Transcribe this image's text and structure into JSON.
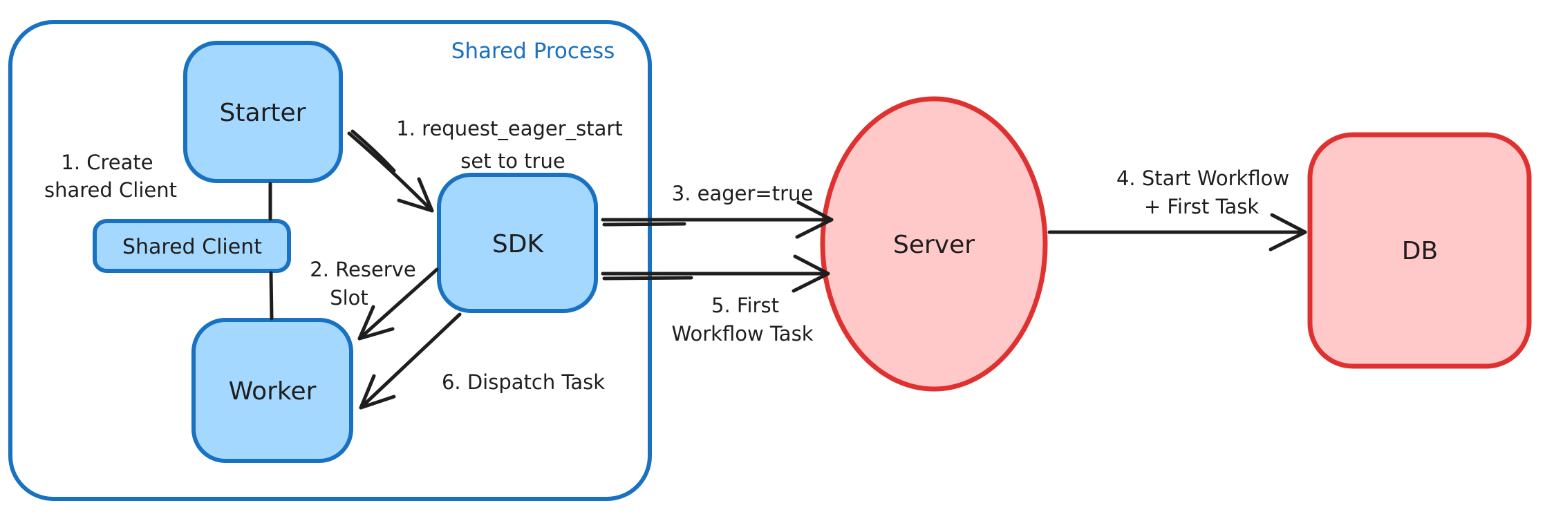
{
  "diagram_title": "Shared Process",
  "colors": {
    "blue_stroke": "#1971c2",
    "blue_fill": "#a5d8ff",
    "red_stroke": "#e03131",
    "red_fill": "#ffc9c9",
    "ink": "#1e1e1e",
    "background": "#ffffff"
  },
  "container": {
    "label": "Shared Process"
  },
  "nodes": {
    "starter": {
      "label": "Starter",
      "shape": "rounded-rect",
      "theme": "blue"
    },
    "shared_client": {
      "label": "Shared Client",
      "shape": "rounded-rect",
      "theme": "blue"
    },
    "worker": {
      "label": "Worker",
      "shape": "rounded-rect",
      "theme": "blue"
    },
    "sdk": {
      "label": "SDK",
      "shape": "rounded-rect",
      "theme": "blue"
    },
    "server": {
      "label": "Server",
      "shape": "ellipse",
      "theme": "red"
    },
    "db": {
      "label": "DB",
      "shape": "rounded-rect",
      "theme": "red"
    }
  },
  "annotations": {
    "create_client": {
      "line1": "1. Create",
      "line2": "shared Client"
    },
    "request_eager": {
      "line1": "1. request_eager_start",
      "line2": "set to true"
    },
    "reserve_slot": {
      "line1": "2. Reserve",
      "line2": "Slot"
    },
    "eager_true": {
      "text": "3. eager=true"
    },
    "start_workflow": {
      "line1": "4. Start Workflow",
      "line2": "+ First Task"
    },
    "first_workflow_task": {
      "line1": "5. First",
      "line2": "Workflow Task"
    },
    "dispatch_task": {
      "text": "6. Dispatch Task"
    }
  },
  "edges": [
    {
      "from": "starter",
      "to": "shared_client",
      "type": "line",
      "label_ref": "create_client"
    },
    {
      "from": "shared_client",
      "to": "worker",
      "type": "line",
      "label_ref": "create_client"
    },
    {
      "from": "starter",
      "to": "sdk",
      "type": "arrow",
      "label_ref": "request_eager"
    },
    {
      "from": "sdk",
      "to": "worker",
      "type": "arrow",
      "label_ref": "reserve_slot"
    },
    {
      "from": "sdk",
      "to": "server",
      "type": "arrow",
      "label_ref": "eager_true"
    },
    {
      "from": "server",
      "to": "db",
      "type": "arrow",
      "label_ref": "start_workflow"
    },
    {
      "from": "sdk",
      "to": "server",
      "type": "arrow",
      "label_ref": "first_workflow_task"
    },
    {
      "from": "sdk",
      "to": "worker",
      "type": "arrow",
      "label_ref": "dispatch_task"
    }
  ]
}
